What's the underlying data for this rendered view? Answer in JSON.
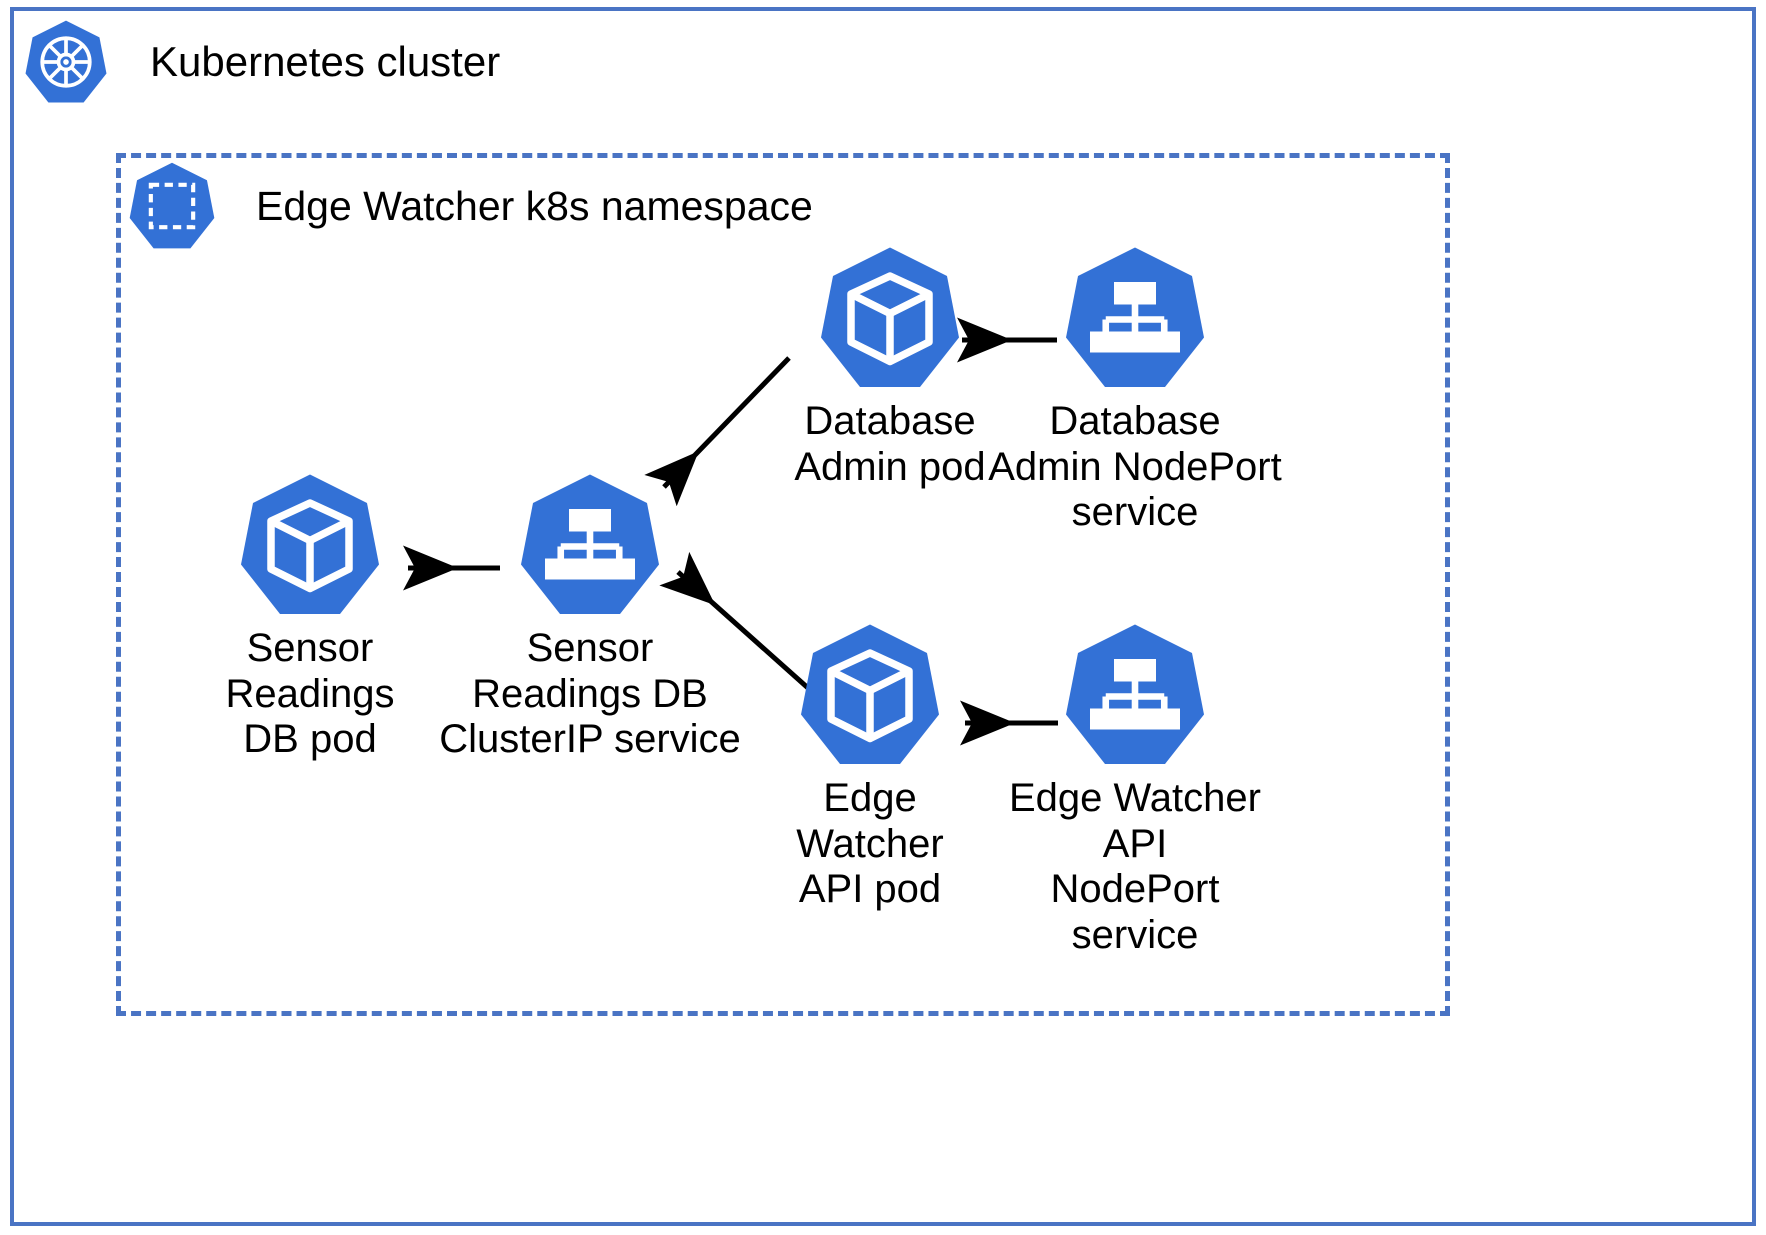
{
  "cluster": {
    "title": "Kubernetes cluster",
    "icon": "kubernetes-helm-wheel-icon",
    "border_color": "#4a74c4"
  },
  "namespace": {
    "title": "Edge Watcher k8s namespace",
    "icon": "namespace-icon",
    "border_color": "#4a74c4",
    "border_style": "dashed"
  },
  "palette": {
    "kube_blue": "#3371d6",
    "icon_white": "#ffffff",
    "text_black": "#000000",
    "arrow_black": "#000000"
  },
  "nodes": [
    {
      "id": "database-admin-pod",
      "kind": "pod",
      "icon": "pod-cube-icon",
      "label": "Database\nAdmin pod"
    },
    {
      "id": "database-admin-nodeport-service",
      "kind": "service",
      "icon": "service-hierarchy-icon",
      "label": "Database\nAdmin NodePort\nservice"
    },
    {
      "id": "sensor-readings-db-pod",
      "kind": "pod",
      "icon": "pod-cube-icon",
      "label": "Sensor\nReadings\nDB pod"
    },
    {
      "id": "sensor-readings-db-clusterip-service",
      "kind": "service",
      "icon": "service-hierarchy-icon",
      "label": "Sensor\nReadings DB\nClusterIP service"
    },
    {
      "id": "edge-watcher-api-pod",
      "kind": "pod",
      "icon": "pod-cube-icon",
      "label": "Edge\nWatcher\nAPI pod"
    },
    {
      "id": "edge-watcher-api-nodeport-service",
      "kind": "service",
      "icon": "service-hierarchy-icon",
      "label": "Edge Watcher\nAPI\nNodePort\nservice"
    }
  ],
  "edges": [
    {
      "from": "database-admin-nodeport-service",
      "to": "database-admin-pod",
      "direction": "right-to-left"
    },
    {
      "from": "database-admin-pod",
      "to": "sensor-readings-db-clusterip-service",
      "direction": "diagonal-down-left"
    },
    {
      "from": "sensor-readings-db-clusterip-service",
      "to": "sensor-readings-db-pod",
      "direction": "right-to-left"
    },
    {
      "from": "edge-watcher-api-pod",
      "to": "sensor-readings-db-clusterip-service",
      "direction": "diagonal-up-left"
    },
    {
      "from": "edge-watcher-api-nodeport-service",
      "to": "edge-watcher-api-pod",
      "direction": "right-to-left"
    }
  ]
}
